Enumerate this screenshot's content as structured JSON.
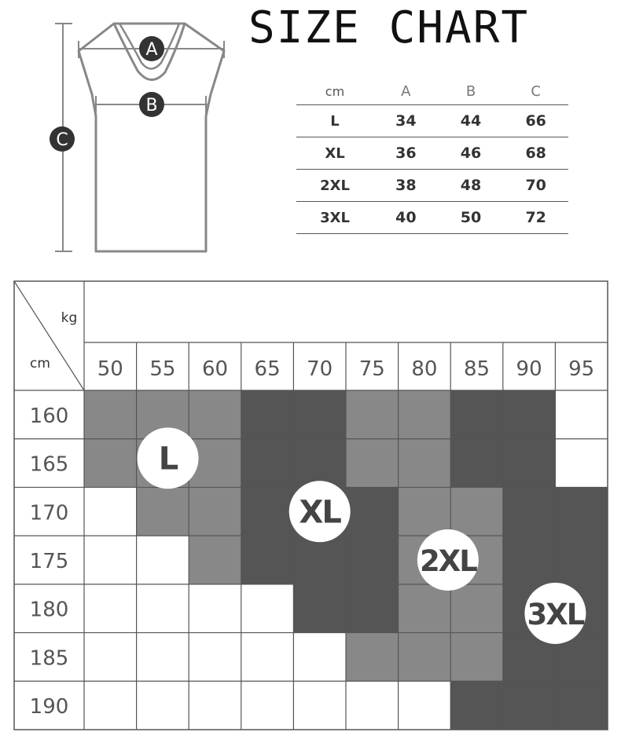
{
  "title": "SIZE CHART",
  "garment": {
    "labels": [
      "A",
      "B",
      "C"
    ],
    "colors": {
      "outline": "#888888",
      "badge": "#333333",
      "badge_text": "#ffffff"
    }
  },
  "size_table": {
    "headers": [
      "cm",
      "A",
      "B",
      "C"
    ],
    "rows": [
      {
        "size": "L",
        "values": [
          "34",
          "44",
          "66"
        ]
      },
      {
        "size": "XL",
        "values": [
          "36",
          "46",
          "68"
        ]
      },
      {
        "size": "2XL",
        "values": [
          "38",
          "48",
          "70"
        ]
      },
      {
        "size": "3XL",
        "values": [
          "40",
          "50",
          "72"
        ]
      }
    ]
  },
  "grid": {
    "corner": {
      "top": "kg",
      "bottom": "cm"
    },
    "weights": [
      "50",
      "55",
      "60",
      "65",
      "70",
      "75",
      "80",
      "85",
      "90",
      "95"
    ],
    "heights": [
      "160",
      "165",
      "170",
      "175",
      "180",
      "185",
      "190"
    ],
    "cells": [
      [
        "L",
        "L",
        "L",
        "XL",
        "XL",
        "L",
        "L",
        "XL",
        "XL",
        ""
      ],
      [
        "L",
        "L",
        "L",
        "XL",
        "XL",
        "L",
        "L",
        "XL",
        "XL",
        ""
      ],
      [
        "",
        "L",
        "L",
        "XL",
        "XL",
        "XL",
        "L",
        "L",
        "XL",
        "XL"
      ],
      [
        "",
        "",
        "L",
        "XL",
        "XL",
        "XL",
        "L",
        "L",
        "XL",
        "XL"
      ],
      [
        "",
        "",
        "",
        "",
        "XL",
        "XL",
        "L",
        "L",
        "XL",
        "XL"
      ],
      [
        "",
        "",
        "",
        "",
        "",
        "L",
        "L",
        "L",
        "XL",
        "XL"
      ],
      [
        "",
        "",
        "",
        "",
        "",
        "",
        "",
        "XL",
        "XL",
        "XL"
      ]
    ],
    "colors": {
      "light": "#888888",
      "dark": "#555555",
      "empty": "#ffffff",
      "line": "#555555"
    },
    "badges": [
      {
        "label": "L",
        "col": 1.6,
        "row": 1.4
      },
      {
        "label": "XL",
        "col": 4.5,
        "row": 2.5
      },
      {
        "label": "2XL",
        "col": 6.95,
        "row": 3.5
      },
      {
        "label": "3XL",
        "col": 9.0,
        "row": 4.6
      }
    ]
  }
}
